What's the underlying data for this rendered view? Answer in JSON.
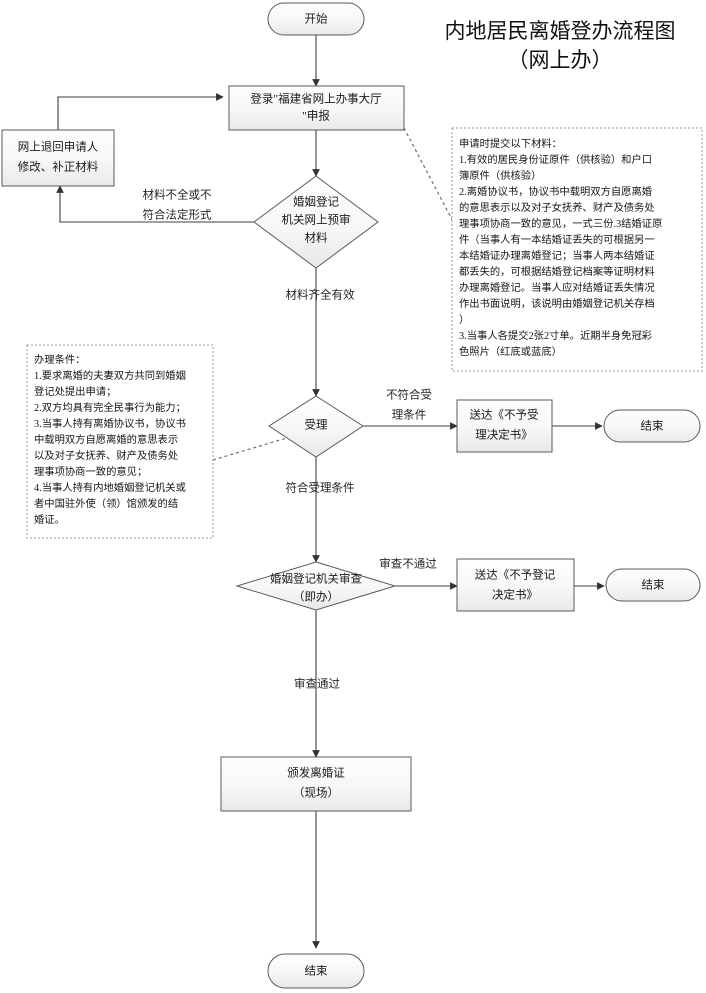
{
  "title": {
    "line1": "内地居民离婚登办流程图",
    "line2": "（网上办）"
  },
  "nodes": {
    "start": "开始",
    "login": "登录\"福建省网上办事大厅\"申报",
    "login_line1": "登录\"福建省网上办事大厅",
    "login_line2": "\"申报",
    "return_box_line1": "网上退回申请人",
    "return_box_line2": "修改、补正材料",
    "prereview_line1": "婚姻登记",
    "prereview_line2": "机关网上预审",
    "prereview_line3": "材料",
    "accept": "受理",
    "reject_accept_line1": "送达《不予受",
    "reject_accept_line2": "理决定书》",
    "end_1": "结束",
    "review_line1": "婚姻登记机关审查",
    "review_line2": "（即办）",
    "reject_register_line1": "送达《不予登记",
    "reject_register_line2": "决定书》",
    "end_2": "结束",
    "issue_line1": "颁发离婚证",
    "issue_line2": "（现场）",
    "end_3": "结束"
  },
  "edge_labels": {
    "incomplete_line1": "材料不全或不",
    "incomplete_line2": "符合法定形式",
    "complete_valid": "材料齐全有效",
    "not_meet_line1": "不符合受",
    "not_meet_line2": "理条件",
    "meet_conditions": "符合受理条件",
    "review_fail": "审查不通过",
    "review_pass": "审查通过"
  },
  "notes": {
    "materials": {
      "lines": [
        "申请时提交以下材料：",
        "1.有效的居民身份证原件（供核验）和户口",
        "簿原件（供核验）",
        "2.离婚协议书，协议书中载明双方自愿离婚",
        "的意思表示以及对子女抚养、财产及债务处",
        "理事项协商一致的意见，一式三份.3结婚证原",
        "件（当事人有一本结婚证丢失的可根据另一",
        "本结婚证办理离婚登记；当事人两本结婚证",
        "都丢失的，可根据结婚登记档案等证明材料",
        "办理离婚登记。当事人应对结婚证丢失情况",
        "作出书面说明，该说明由婚姻登记机关存档",
        "）",
        "3.当事人各提交2张2寸单。近期半身免冠彩",
        "色照片（红底或蓝底）"
      ]
    },
    "conditions": {
      "lines": [
        "办理条件：",
        "1.要求离婚的夫妻双方共同到婚姻",
        "登记处提出申请；",
        "2.双方均具有完全民事行为能力；",
        "3.当事人持有离婚协议书，协议书",
        "中载明双方自愿离婚的意思表示",
        "以及对子女抚养、财产及债务处",
        "理事项协商一致的意见；",
        "4.当事人持有内地婚姻登记机关或",
        "者中国驻外使（领）馆颁发的结",
        "婚证。"
      ]
    }
  },
  "colors": {
    "node_fill_top": "#fdfdfd",
    "node_fill_bottom": "#eeeeee",
    "node_stroke": "#5a5a5a",
    "edge": "#3f3f3f",
    "note_stroke": "#9a9a9a",
    "text": "#1a1a1a",
    "background": "#ffffff"
  }
}
